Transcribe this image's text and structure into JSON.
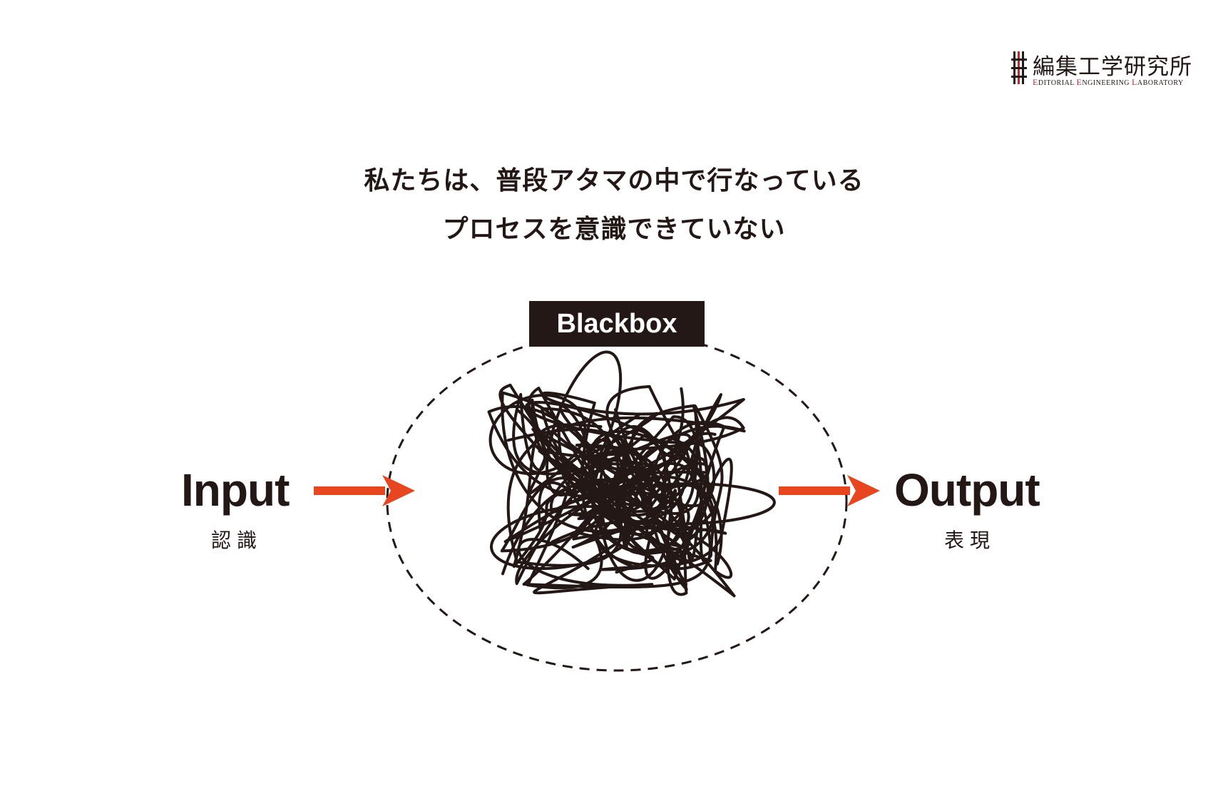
{
  "logo": {
    "name_jp": "編集工学研究所",
    "name_en_parts": [
      {
        "cap": "E",
        "rest": "DITORIAL "
      },
      {
        "cap": "E",
        "rest": "NGINEERING "
      },
      {
        "cap": "L",
        "rest": "ABORATORY"
      }
    ]
  },
  "headline": {
    "line1": "私たちは、普段アタマの中で行なっている",
    "line2": "プロセスを意識できていない"
  },
  "diagram": {
    "blackbox_label": "Blackbox",
    "input": {
      "label": "Input",
      "sub": "認識"
    },
    "output": {
      "label": "Output",
      "sub": "表現"
    }
  },
  "colors": {
    "text": "#231815",
    "arrow": "#e8461f",
    "logo_accent": "#c1272d"
  }
}
